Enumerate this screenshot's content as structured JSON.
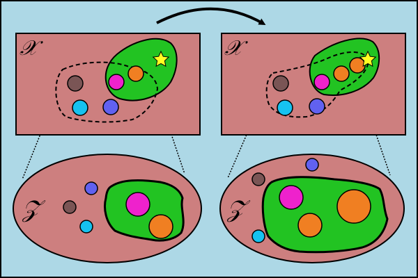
{
  "labels": {
    "input_space": "𝒳",
    "latent_space": "𝒵"
  },
  "icons": {
    "transition_arrow": "curved-arrow-right",
    "target_marker": "star-icon"
  },
  "colors": {
    "background": "#add8e6",
    "space_fill": "#cd7f7f",
    "region_fill": "#22c322",
    "star": "#ffff22",
    "point_brown": "#7a5555",
    "point_cyan": "#16c2f0",
    "point_blue": "#6161f0",
    "point_magenta": "#ee22cc",
    "point_orange": "#f07f22"
  }
}
